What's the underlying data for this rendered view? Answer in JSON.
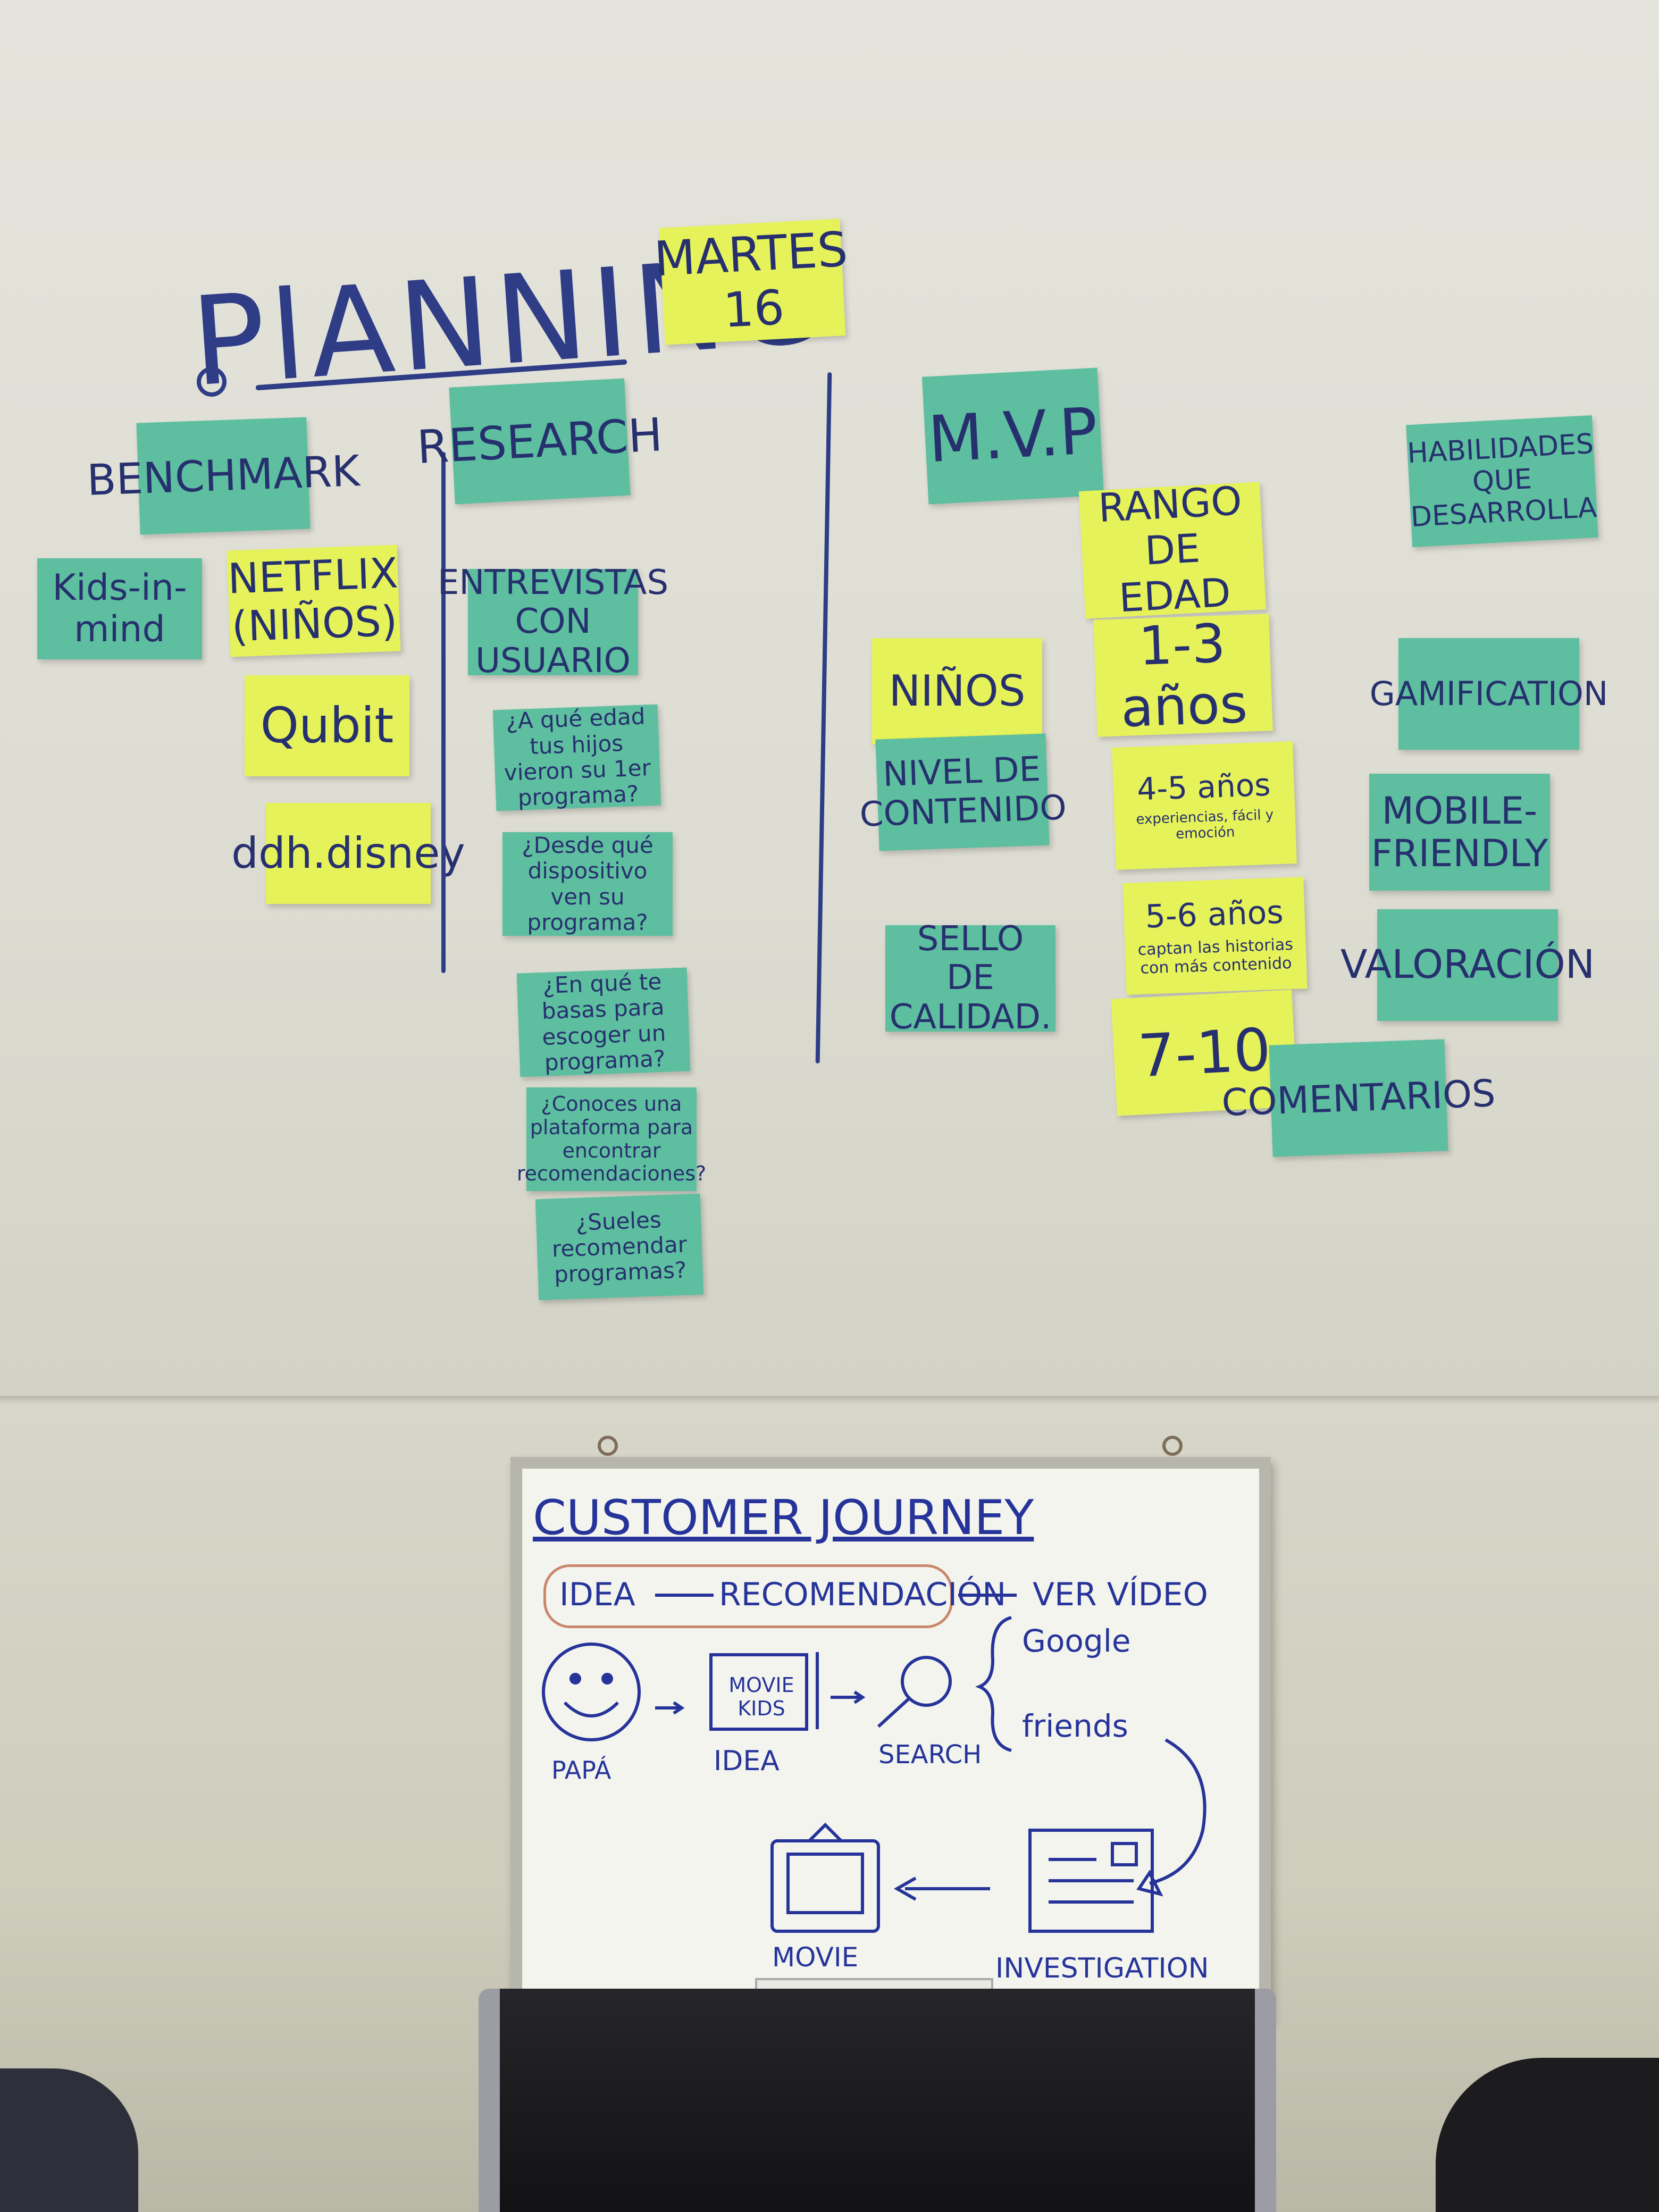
{
  "planning": {
    "title": "PlANNING",
    "date_note": "MARTES 16"
  },
  "columns": {
    "benchmark": {
      "header": "BENCHMARK",
      "items": [
        "Kids-in-mind",
        "NETFLIX (NIÑOS)",
        "Qubit",
        "ddh.disney"
      ]
    },
    "research": {
      "header": "RESEARCH",
      "subheader": "ENTREVISTAS CON USUARIO",
      "questions": [
        "¿A qué edad tus hijos vieron su 1er programa?",
        "¿Desde qué dispositivo ven su programa?",
        "¿En qué te basas para escoger un programa?",
        "¿Conoces una plataforma para encontrar recomendaciones?",
        "¿Sueles recomendar programas?"
      ]
    },
    "mvp": {
      "header": "M.V.P",
      "left_items": [
        "NIÑOS",
        "NIVEL DE CONTENIDO",
        "SELLO DE CALIDAD."
      ],
      "age_header": "RANGO DE EDAD",
      "age_ranges": [
        {
          "range": "1-3 años",
          "note": ""
        },
        {
          "range": "4-5 años",
          "note": "experiencias, fácil y emoción"
        },
        {
          "range": "5-6 años",
          "note": "captan las historias con más contenido"
        },
        {
          "range": "7-10",
          "note": ""
        }
      ],
      "right_items": [
        "HABILIDADES QUE DESARROLLA",
        "GAMIFICATION",
        "MOBILE-FRIENDLY",
        "VALORACIÓN",
        "COMENTARIOS"
      ]
    }
  },
  "customer_journey": {
    "title": "CUSTOMER JOURNEY",
    "flow": [
      "IDEA",
      "RECOMENDACIÓN",
      "VER VÍDEO"
    ],
    "steps": {
      "papa": "PAPÁ",
      "idea": "IDEA",
      "idea_box": "MOVIE KIDS",
      "search": "SEARCH",
      "google": "Google",
      "friends": "friends",
      "investigation": "INVESTIGATION",
      "movie": "MOVIE"
    },
    "marker_color": "#26349a"
  },
  "colors": {
    "teal_note": "#5dbf9f",
    "yellow_note": "#e6f25a",
    "marker_blue": "#2f3c86"
  }
}
